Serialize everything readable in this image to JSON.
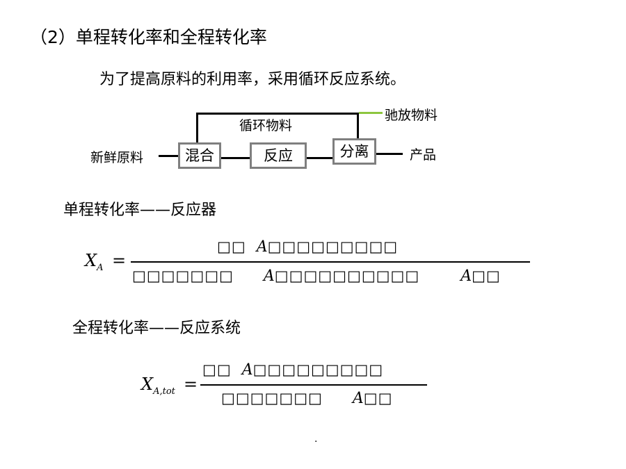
{
  "heading": "（2）单程转化率和全程转化率",
  "intro": "为了提高原料的利用率，采用循环反应系统。",
  "diagram": {
    "recycle_label": "循环物料",
    "purge_label": "驰放物料",
    "feed_label": "新鲜原料",
    "product_label": "产品",
    "box_mix": "混合",
    "box_react": "反应",
    "box_sep": "分离",
    "purge_color": "#8dc63f"
  },
  "single_pass": {
    "label": "单程转化率——反应器",
    "lhs": "X",
    "lhs_sub": "A",
    "equals": "=",
    "num_prefix": "□□",
    "num_var": "A",
    "num_suffix": "□□□□□□□□□",
    "den_part1": "□□□□□□□",
    "den_var1": "A",
    "den_part2": "□□□□□□□□□□",
    "den_var2": "A",
    "den_part3": "□□"
  },
  "overall": {
    "label": "全程转化率——反应系统",
    "lhs": "X",
    "lhs_sub": "A,tot",
    "equals": "=",
    "num_prefix": "□□",
    "num_var": "A",
    "num_suffix": "□□□□□□□□□",
    "den_part1": "□□□□□□□",
    "den_var1": "A",
    "den_part2": "□□"
  },
  "footer_dot": "."
}
